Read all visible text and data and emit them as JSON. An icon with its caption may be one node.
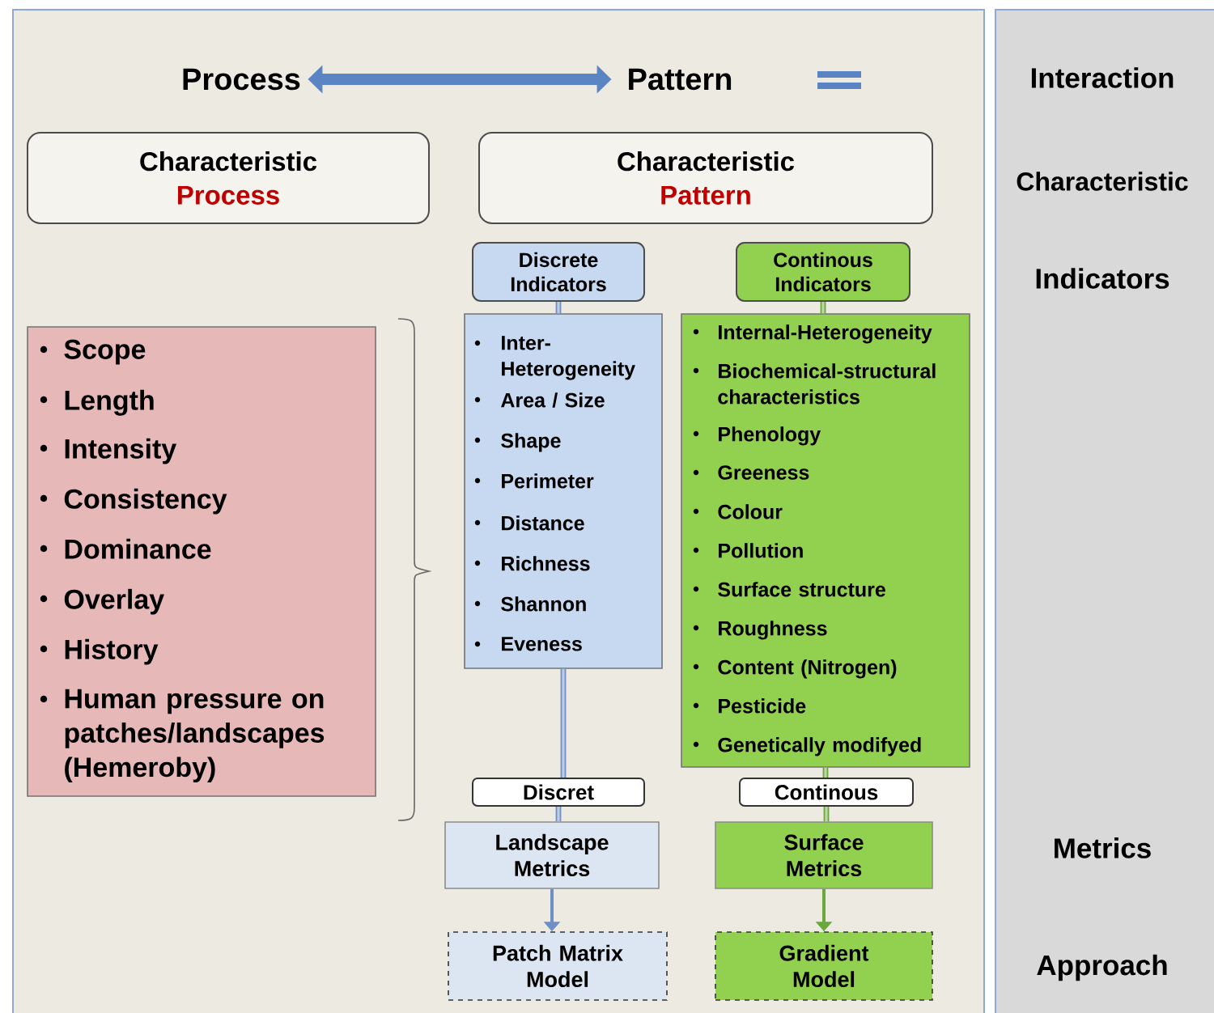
{
  "diagram": {
    "nodes": [
      {
        "text": [
          "Process"
        ]
      },
      {
        "text": [
          "Pattern"
        ]
      },
      {
        "text": [
          "Characteristic",
          "Process"
        ]
      },
      {
        "text": [
          "Characteristic",
          "Pattern"
        ]
      },
      {
        "text": [
          "Discrete Indicators"
        ]
      },
      {
        "text": [
          "Continous Indicators"
        ]
      },
      {
        "text": [
          "Inter-Heterogeneity",
          "Area / Size",
          "Shape",
          "Perimeter",
          "Distance",
          "Richness",
          "Shannon",
          "Eveness"
        ]
      },
      {
        "text": [
          "Internal-Heterogeneity",
          "Biochemical-structural characteristics",
          "Phenology",
          "Greeness",
          "Colour",
          "Pollution",
          "Surface structure",
          "Roughness",
          "Content (Nitrogen)",
          "Pesticide",
          "Genetically modifyed"
        ]
      },
      {
        "text": [
          "Scope",
          "Length",
          "Intensity",
          "Consistency",
          "Dominance",
          "Overlay",
          "History",
          "Human pressure on patches/landscapes (Hemeroby)"
        ]
      },
      {
        "text": [
          "Discret"
        ]
      },
      {
        "text": [
          "Continous"
        ]
      },
      {
        "text": [
          "Landscape Metrics"
        ]
      },
      {
        "text": [
          "Surface Metrics"
        ]
      },
      {
        "text": [
          "Patch Matrix Model"
        ]
      },
      {
        "text": [
          "Gradient Model"
        ]
      }
    ],
    "edges": [
      {
        "from": 0,
        "to": 1,
        "arrow": "both",
        "style": "thick"
      },
      {
        "from": 4,
        "to": 6,
        "arrow": "none"
      },
      {
        "from": 6,
        "to": 9,
        "arrow": "none"
      },
      {
        "from": 9,
        "to": 11,
        "arrow": "none"
      },
      {
        "from": 11,
        "to": 13,
        "arrow": "to"
      },
      {
        "from": 5,
        "to": 7,
        "arrow": "none",
        "color": "#6aa83a"
      },
      {
        "from": 7,
        "to": 10,
        "arrow": "none",
        "color": "#6aa83a"
      },
      {
        "from": 10,
        "to": 12,
        "arrow": "none",
        "color": "#6aa83a"
      },
      {
        "from": 12,
        "to": 14,
        "arrow": "to",
        "color": "#6aa83a"
      }
    ],
    "labels": [
      "Interaction",
      "Characteristic",
      "Indicators",
      "Metrics",
      "Approach"
    ]
  }
}
